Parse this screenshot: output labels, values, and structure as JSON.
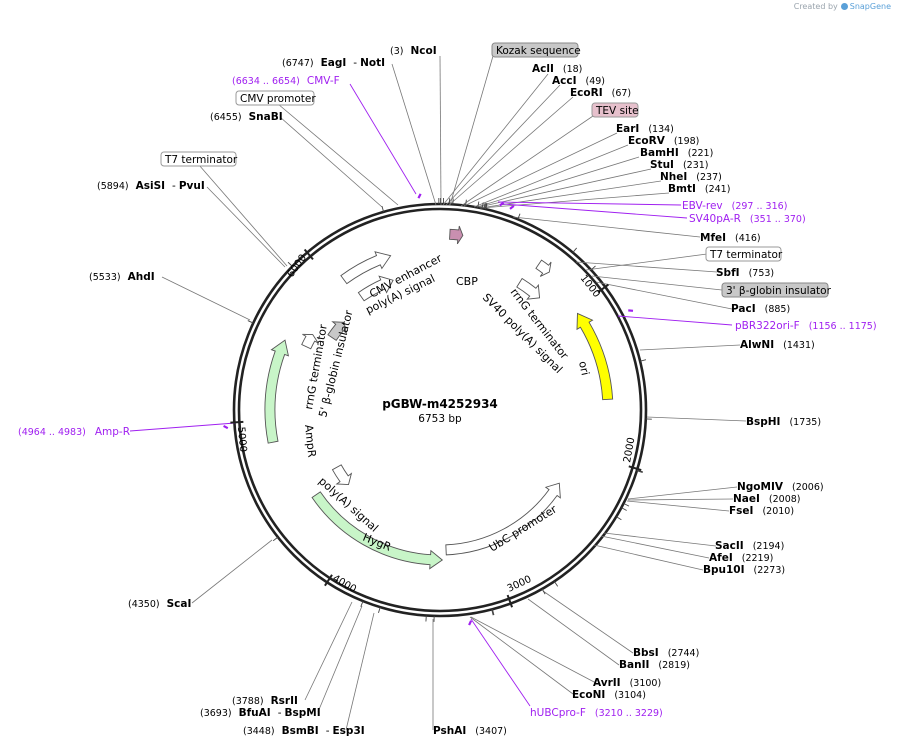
{
  "credit": {
    "prefix": "Created by",
    "brand": "SnapGene"
  },
  "plasmid": {
    "name": "pGBW-m4252934",
    "size": 6753,
    "size_label": "6753 bp"
  },
  "colors": {
    "primer": "#a020f0",
    "ring": "#222222",
    "label": "#000000",
    "pos": "#222222"
  },
  "sites": [
    {
      "name": "NcoI",
      "pos": "(3)",
      "bp": 3
    },
    {
      "name": "EagI",
      "name2": "NotI",
      "pos": "(6747)",
      "bp": 6747
    },
    {
      "name": "AclI",
      "pos": "(18)",
      "bp": 18
    },
    {
      "name": "AccI",
      "pos": "(49)",
      "bp": 49
    },
    {
      "name": "EcoRI",
      "pos": "(67)",
      "bp": 67
    },
    {
      "name": "EarI",
      "pos": "(134)",
      "bp": 134
    },
    {
      "name": "EcoRV",
      "pos": "(198)",
      "bp": 198
    },
    {
      "name": "BamHI",
      "pos": "(221)",
      "bp": 221
    },
    {
      "name": "StuI",
      "pos": "(231)",
      "bp": 231
    },
    {
      "name": "NheI",
      "pos": "(237)",
      "bp": 237
    },
    {
      "name": "BmtI",
      "pos": "(241)",
      "bp": 241
    },
    {
      "name": "MfeI",
      "pos": "(416)",
      "bp": 416
    },
    {
      "name": "SbfI",
      "pos": "(753)",
      "bp": 753
    },
    {
      "name": "PacI",
      "pos": "(885)",
      "bp": 885
    },
    {
      "name": "AlwNI",
      "pos": "(1431)",
      "bp": 1431
    },
    {
      "name": "BspHI",
      "pos": "(1735)",
      "bp": 1735
    },
    {
      "name": "NgoMIV",
      "pos": "(2006)",
      "bp": 2006
    },
    {
      "name": "NaeI",
      "pos": "(2008)",
      "bp": 2008
    },
    {
      "name": "FseI",
      "pos": "(2010)",
      "bp": 2010
    },
    {
      "name": "SacII",
      "pos": "(2194)",
      "bp": 2194
    },
    {
      "name": "AfeI",
      "pos": "(2219)",
      "bp": 2219
    },
    {
      "name": "Bpu10I",
      "pos": "(2273)",
      "bp": 2273
    },
    {
      "name": "BbsI",
      "pos": "(2744)",
      "bp": 2744
    },
    {
      "name": "BanII",
      "pos": "(2819)",
      "bp": 2819
    },
    {
      "name": "AvrII",
      "pos": "(3100)",
      "bp": 3100
    },
    {
      "name": "EcoNI",
      "pos": "(3104)",
      "bp": 3104
    },
    {
      "name": "PshAI",
      "pos": "(3407)",
      "bp": 3407
    },
    {
      "name": "BsmBI",
      "name2": "Esp3I",
      "pos": "(3448)",
      "bp": 3448
    },
    {
      "name": "BfuAI",
      "name2": "BspMI",
      "pos": "(3693)",
      "bp": 3693
    },
    {
      "name": "RsrII",
      "pos": "(3788)",
      "bp": 3788
    },
    {
      "name": "ScaI",
      "pos": "(4350)",
      "bp": 4350
    },
    {
      "name": "AhdI",
      "pos": "(5533)",
      "bp": 5533
    },
    {
      "name": "AsiSI",
      "name2": "PvuI",
      "pos": "(5894)",
      "bp": 5894
    },
    {
      "name": "SnaBI",
      "pos": "(6455)",
      "bp": 6455
    }
  ],
  "primers": [
    {
      "name": "CMV-F",
      "range": "(6634 .. 6654)",
      "bp": 6644
    },
    {
      "name": "EBV-rev",
      "range": "(297 .. 316)",
      "bp": 306
    },
    {
      "name": "SV40pA-R",
      "range": "(351 .. 370)",
      "bp": 360
    },
    {
      "name": "pBR322ori-F",
      "range": "(1156 .. 1175)",
      "bp": 1165
    },
    {
      "name": "hUBCpro-F",
      "range": "(3210 .. 3229)",
      "bp": 3219
    },
    {
      "name": "Amp-R",
      "range": "(4964 .. 4983)",
      "bp": 4973
    }
  ],
  "boxed_labels": [
    {
      "text": "Kozak sequence",
      "fill": "#c8c8c8"
    },
    {
      "text": "TEV site",
      "fill": "#e6c0cc"
    },
    {
      "text": "CMV promoter",
      "fill": "#ffffff"
    },
    {
      "text": "T7 terminator",
      "fill": "#ffffff"
    },
    {
      "text": "T7 terminator",
      "fill": "#ffffff"
    },
    {
      "text": "3' β-globin insulator",
      "fill": "#c8c8c8"
    }
  ],
  "features": [
    {
      "name": "CMV enhancer",
      "bp_start": 6070,
      "bp_end": 6420,
      "fill": "#ffffff",
      "dir": 1
    },
    {
      "name": "poly(A) signal",
      "bp_start": 6100,
      "bp_end": 6380,
      "fill": "#ffffff",
      "dir": 1
    },
    {
      "name": "CBP",
      "bp_start": 60,
      "bp_end": 140,
      "fill": "#c98fb0",
      "dir": 1
    },
    {
      "name": "rrnG terminator",
      "bp_start": 640,
      "bp_end": 720,
      "fill": "#ffffff",
      "dir": 1
    },
    {
      "name": "SV40 poly(A) signal",
      "bp_start": 600,
      "bp_end": 780,
      "fill": "#ffffff",
      "dir": 1
    },
    {
      "name": "ori",
      "bp_start": 1030,
      "bp_end": 1620,
      "fill": "#ffff00",
      "dir": -1
    },
    {
      "name": "UbC promoter",
      "bp_start": 2280,
      "bp_end": 3330,
      "fill": "#ffffff",
      "dir": -1
    },
    {
      "name": "HygR",
      "bp_start": 3360,
      "bp_end": 4420,
      "fill": "#c8f5c8",
      "dir": -1
    },
    {
      "name": "poly(A) signal",
      "bp_start": 4330,
      "bp_end": 4520,
      "fill": "#ffffff",
      "dir": -1
    },
    {
      "name": "AmpR",
      "bp_start": 4860,
      "bp_end": 5520,
      "fill": "#c8f5c8",
      "dir": 1
    },
    {
      "name": "rrnG terminator",
      "bp_start": 5540,
      "bp_end": 5640,
      "fill": "#ffffff",
      "dir": 1
    },
    {
      "name": "5' β-globin insulator",
      "bp_start": 5700,
      "bp_end": 5860,
      "fill": "#c8c8c8",
      "dir": 1
    }
  ],
  "ticks": [
    "1000",
    "2000",
    "3000",
    "4000",
    "5000",
    "6000"
  ]
}
